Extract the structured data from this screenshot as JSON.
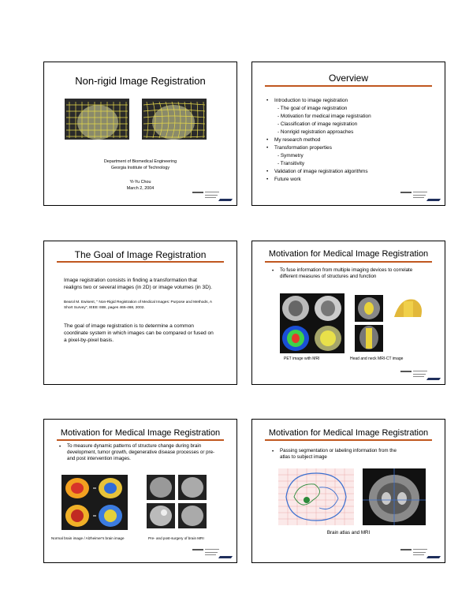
{
  "slide1": {
    "title": "Non-rigid Image Registration",
    "dept": "Department of Biomedical Engineering",
    "inst": "Georgia Institute of Technology",
    "author": "Yi-Yu Chou",
    "date": "March 2, 2004"
  },
  "slide2": {
    "title": "Overview",
    "items": [
      {
        "text": "Introduction to image registration",
        "level": 1
      },
      {
        "text": "- The goal of image registration",
        "level": 2
      },
      {
        "text": "- Motivation for medical image registration",
        "level": 2
      },
      {
        "text": "- Classification of image registration",
        "level": 2
      },
      {
        "text": "- Nonrigid registration approaches",
        "level": 2
      },
      {
        "text": "My research method",
        "level": 1
      },
      {
        "text": "Transformation properties",
        "level": 1
      },
      {
        "text": "- Symmetry",
        "level": 2
      },
      {
        "text": "- Transitivity",
        "level": 2
      },
      {
        "text": "Validation of image registration algorithms",
        "level": 1
      },
      {
        "text": "Future work",
        "level": 1
      }
    ]
  },
  "slide3": {
    "title": "The Goal of Image Registration",
    "para1": "Image registration consists in finding a transformation that realigns two or several images (in 2D) or image volumes (in 3D).",
    "ref": "Bearol M. Ewisent, \" Non-Rigid Registration of Medical Images: Purpose and Methods, A Short Survey\", IEEE ISBI, pages 465-468, 2002.",
    "para2": "The goal of image registration is to determine a common coordinate system in which images can be compared or fused on a pixel-by-pixel basis."
  },
  "slide4": {
    "title": "Motivation for Medical Image Registration",
    "bullet": "To fuse information from multiple imaging devices to correlate different measures of structures and function",
    "caption_left": "PET image with MRI",
    "caption_right": "Head and neck MRI-CT image"
  },
  "slide5": {
    "title": "Motivation for Medical Image Registration",
    "bullet": "To measure dynamic patterns of structure change during brain development, tumor growth, degenerative disease processes or pre- and post intervention images.",
    "caption_left": "Normal brain image / Alzheimer's brain image",
    "caption_right": "Pre- and post-surgery of brain MRI"
  },
  "slide6": {
    "title": "Motivation for Medical Image Registration",
    "bullet": "Passing segmentation or labeling information from the atlas to subject image",
    "caption": "Brain atlas and MRI"
  },
  "colors": {
    "accent_rule": "#c0571f",
    "logo_navy": "#1f2f5c"
  }
}
